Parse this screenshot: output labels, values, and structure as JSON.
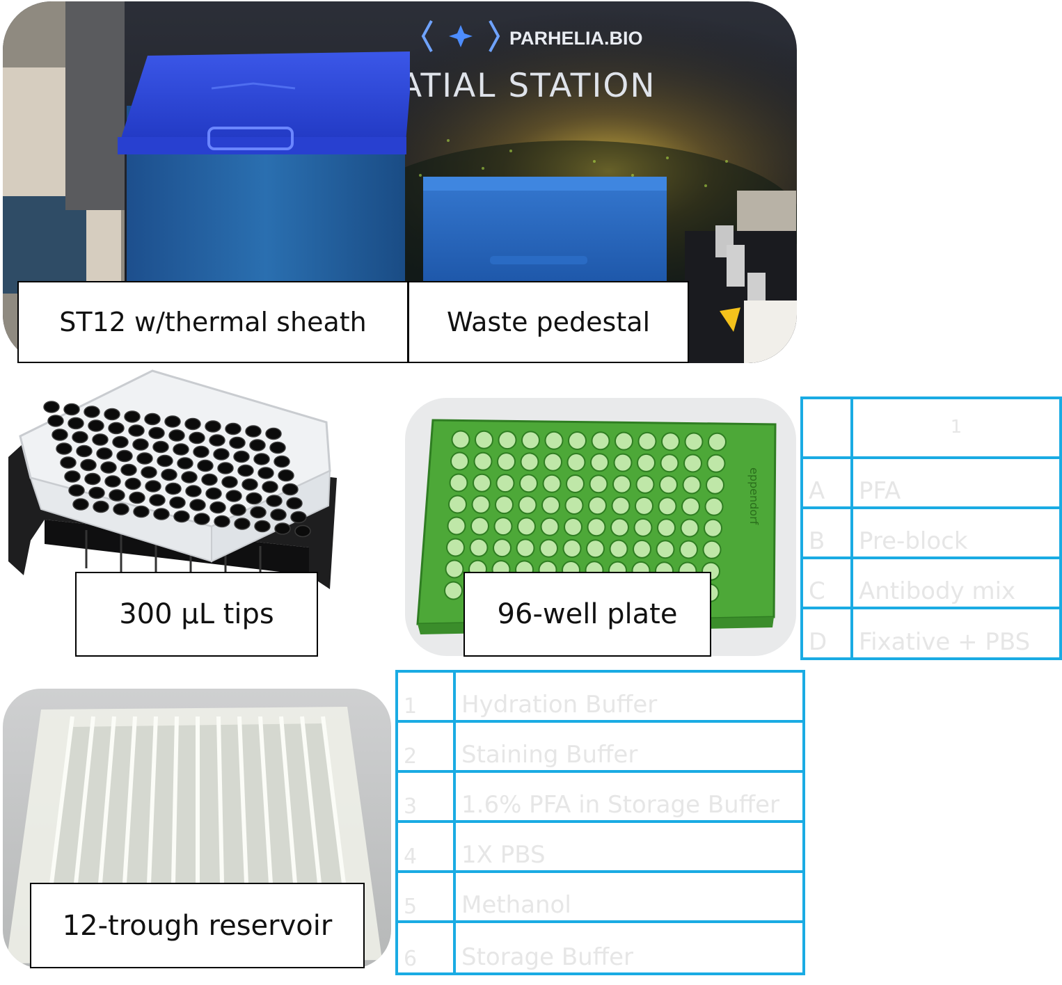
{
  "top_photo": {
    "brand": "PARHELIA.BIO",
    "banner": "ATIAL STATION",
    "labels": {
      "st12": "ST12 w/thermal sheath",
      "waste": "Waste pedestal"
    }
  },
  "tips_photo": {
    "label": "300 µL tips"
  },
  "plate_photo": {
    "label": "96-well plate",
    "side_text": "eppendorf"
  },
  "reservoir_photo": {
    "label": "12-trough reservoir"
  },
  "plate_table": {
    "header": "1",
    "rows": [
      {
        "row": "A",
        "contents": "PFA"
      },
      {
        "row": "B",
        "contents": "Pre-block"
      },
      {
        "row": "C",
        "contents": "Antibody mix"
      },
      {
        "row": "D",
        "contents": "Fixative + PBS"
      }
    ]
  },
  "reservoir_table": {
    "rows": [
      {
        "trough": "1",
        "contents": "Hydration Buffer"
      },
      {
        "trough": "2",
        "contents": "Staining Buffer"
      },
      {
        "trough": "3",
        "contents": "1.6% PFA in Storage Buffer"
      },
      {
        "trough": "4",
        "contents": "1X PBS"
      },
      {
        "trough": "5",
        "contents": "Methanol"
      },
      {
        "trough": "6",
        "contents": "Storage Buffer"
      }
    ]
  },
  "colors": {
    "table_border": "#1aabe3",
    "table_text": "#e6e6e6",
    "blue_container": "#1c3fd0",
    "plate_green": "#4caf3a"
  }
}
